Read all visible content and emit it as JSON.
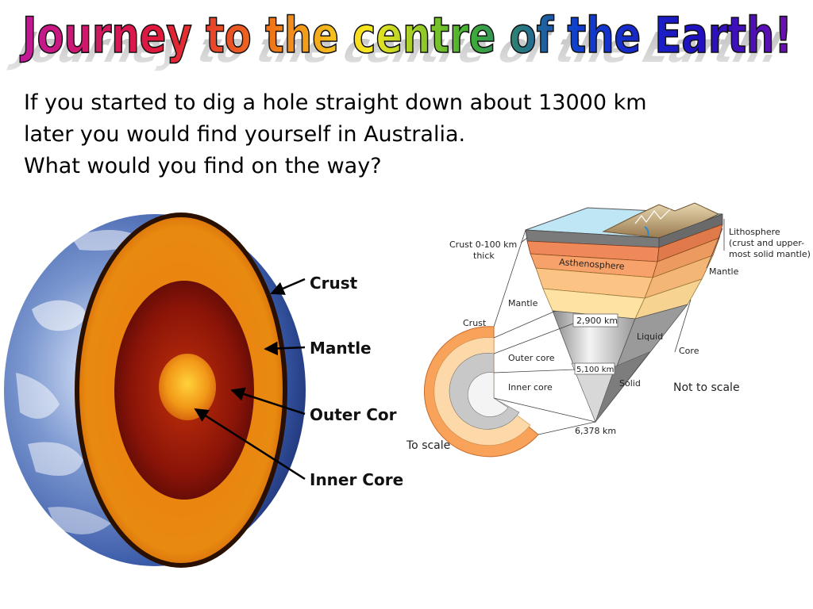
{
  "title": {
    "text": "Journey to the centre of the Earth!"
  },
  "intro": {
    "line1": "If you started to dig a hole straight down about 13000 km",
    "line2": "later you would find yourself in Australia.",
    "line3": "What would you find on the way?"
  },
  "earth_diagram": {
    "crust": "Crust",
    "mantle": "Mantle",
    "outer_core": "Outer Cor",
    "inner_core": "Inner Core"
  },
  "layers_diagram": {
    "crust_thick_1": "Crust 0-100 km",
    "crust_thick_2": "thick",
    "lithosphere_1": "Lithosphere",
    "lithosphere_2": "(crust and upper-",
    "lithosphere_3": "most solid mantle)",
    "asthenosphere": "Asthenosphere",
    "mantle_right": "Mantle",
    "mantle_left": "Mantle",
    "crust_left": "Crust",
    "depth_2900": "2,900 km",
    "liquid": "Liquid",
    "core": "Core",
    "outer_core": "Outer core",
    "depth_5100": "5,100 km",
    "inner_core": "Inner core",
    "solid": "Solid",
    "not_to_scale": "Not to scale",
    "depth_6378": "6,378 km",
    "to_scale": "To scale"
  }
}
